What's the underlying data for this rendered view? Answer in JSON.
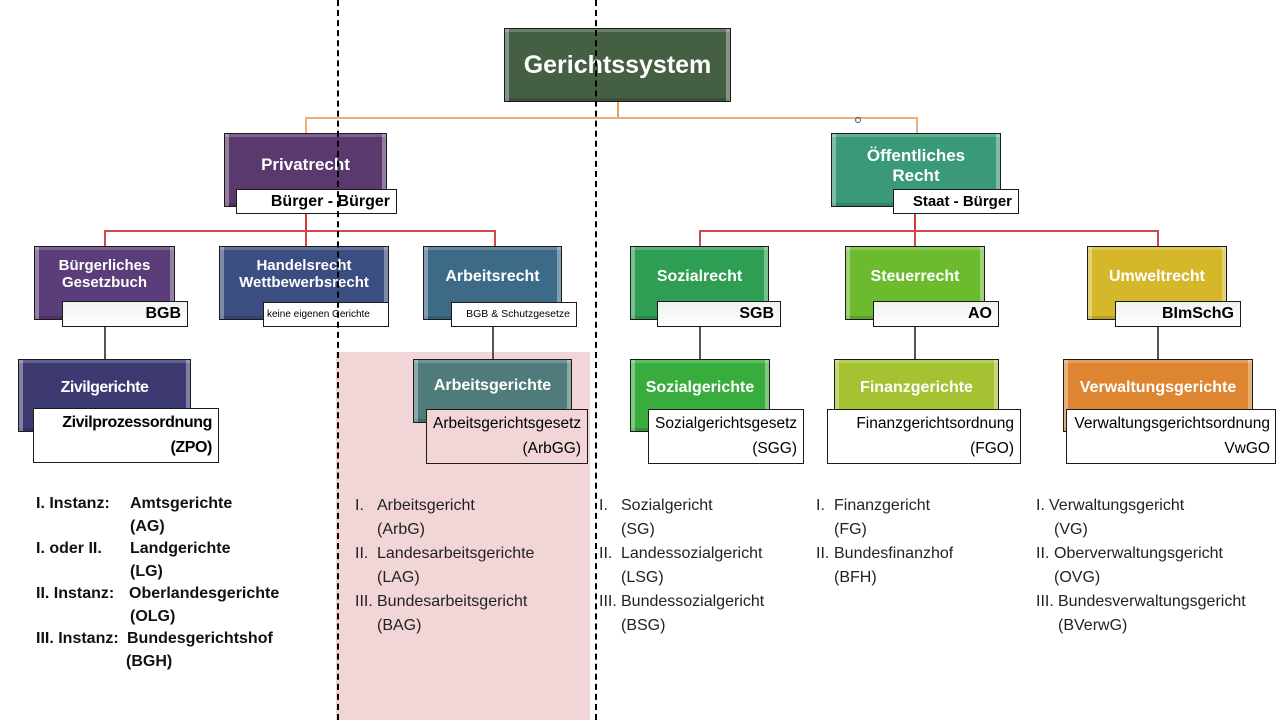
{
  "title": "Gerichtssystem",
  "branches": {
    "private": {
      "label": "Privatrecht",
      "relation": "Bürger - Bürger",
      "color": "#5a3a6e"
    },
    "public": {
      "label_line1": "Öffentliches",
      "label_line2": "Recht",
      "relation": "Staat - Bürger",
      "color": "#3a9a78"
    }
  },
  "areas": [
    {
      "id": "bgb",
      "label_line1": "Bürgerliches",
      "label_line2": "Gesetzbuch",
      "law": "BGB",
      "color": "#5b3d7a"
    },
    {
      "id": "handel",
      "label_line1": "Handelsrecht",
      "label_line2": "Wettbewerbsrecht",
      "law": "keine eigenen Gerichte",
      "color": "#3b4e82"
    },
    {
      "id": "arbeit",
      "label": "Arbeitsrecht",
      "law": "BGB & Schutzgesetze",
      "color": "#3d6b87"
    },
    {
      "id": "sozial",
      "label": "Sozialrecht",
      "law": "SGB",
      "color": "#2f9e55"
    },
    {
      "id": "steuer",
      "label": "Steuerrecht",
      "law": "AO",
      "color": "#6cbb2e"
    },
    {
      "id": "umwelt",
      "label": "Umweltrecht",
      "law": "BImSchG",
      "color": "#d5b82a"
    }
  ],
  "courts": [
    {
      "id": "zivil",
      "label": "Zivilgerichte",
      "law_line1": "Zivilprozessordnung",
      "law_line2": "(ZPO)",
      "color": "#3d3a72"
    },
    {
      "id": "arbeit",
      "label": "Arbeitsgerichte",
      "law_line1": "Arbeitsgerichtsgesetz",
      "law_line2": "(ArbGG)",
      "color": "#4f7c7a"
    },
    {
      "id": "sozial",
      "label": "Sozialgerichte",
      "law_line1": "Sozialgerichtsgesetz",
      "law_line2": "(SGG)",
      "color": "#38ad3d"
    },
    {
      "id": "finanz",
      "label": "Finanzgerichte",
      "law_line1": "Finanzgerichtsordnung",
      "law_line2": "(FGO)",
      "color": "#a4c231"
    },
    {
      "id": "verwaltung",
      "label": "Verwaltungsgerichte",
      "law_line1": "Verwaltungsgerichtsordnung",
      "law_line2": "VwGO",
      "color": "#dd8530"
    }
  ],
  "instances": {
    "zivil": [
      {
        "level": "I. Instanz:",
        "court": "Amtsgerichte",
        "abbr": "(AG)"
      },
      {
        "level": "I. oder II.",
        "court": "Landgerichte",
        "abbr": "(LG)"
      },
      {
        "level": "II. Instanz:",
        "court": "Oberlandesgerichte",
        "abbr": "(OLG)"
      },
      {
        "level": "III. Instanz:",
        "court": "Bundesgerichtshof",
        "abbr": "(BGH)"
      }
    ],
    "arbeit": [
      {
        "level": "I.",
        "court": "Arbeitsgericht",
        "abbr": "(ArbG)"
      },
      {
        "level": "II.",
        "court": "Landesarbeitsgerichte",
        "abbr": "(LAG)"
      },
      {
        "level": "III.",
        "court": "Bundesarbeitsgericht",
        "abbr": "(BAG)"
      }
    ],
    "sozial": [
      {
        "level": "I.",
        "court": "Sozialgericht",
        "abbr": "(SG)"
      },
      {
        "level": "II.",
        "court": "Landessozialgericht",
        "abbr": "(LSG)"
      },
      {
        "level": "III.",
        "court": "Bundessozialgericht",
        "abbr": "(BSG)"
      }
    ],
    "finanz": [
      {
        "level": "I.",
        "court": "Finanzgericht",
        "abbr": "(FG)"
      },
      {
        "level": "II.",
        "court": "Bundesfinanzhof",
        "abbr": "(BFH)"
      }
    ],
    "verwaltung": [
      {
        "level": "I.",
        "court": "Verwaltungsgericht",
        "abbr": "(VG)"
      },
      {
        "level": "II.",
        "court": "Oberverwaltungsgericht",
        "abbr": "(OVG)"
      },
      {
        "level": "III.",
        "court": "Bundesverwaltungsgericht",
        "abbr": "(BVerwG)"
      }
    ]
  },
  "colors": {
    "root": "#455f42",
    "connector_top": "#e8a060",
    "connector_mid": "#d03a3a",
    "connector_low": "#555555",
    "highlight": "#f2d5d7"
  }
}
